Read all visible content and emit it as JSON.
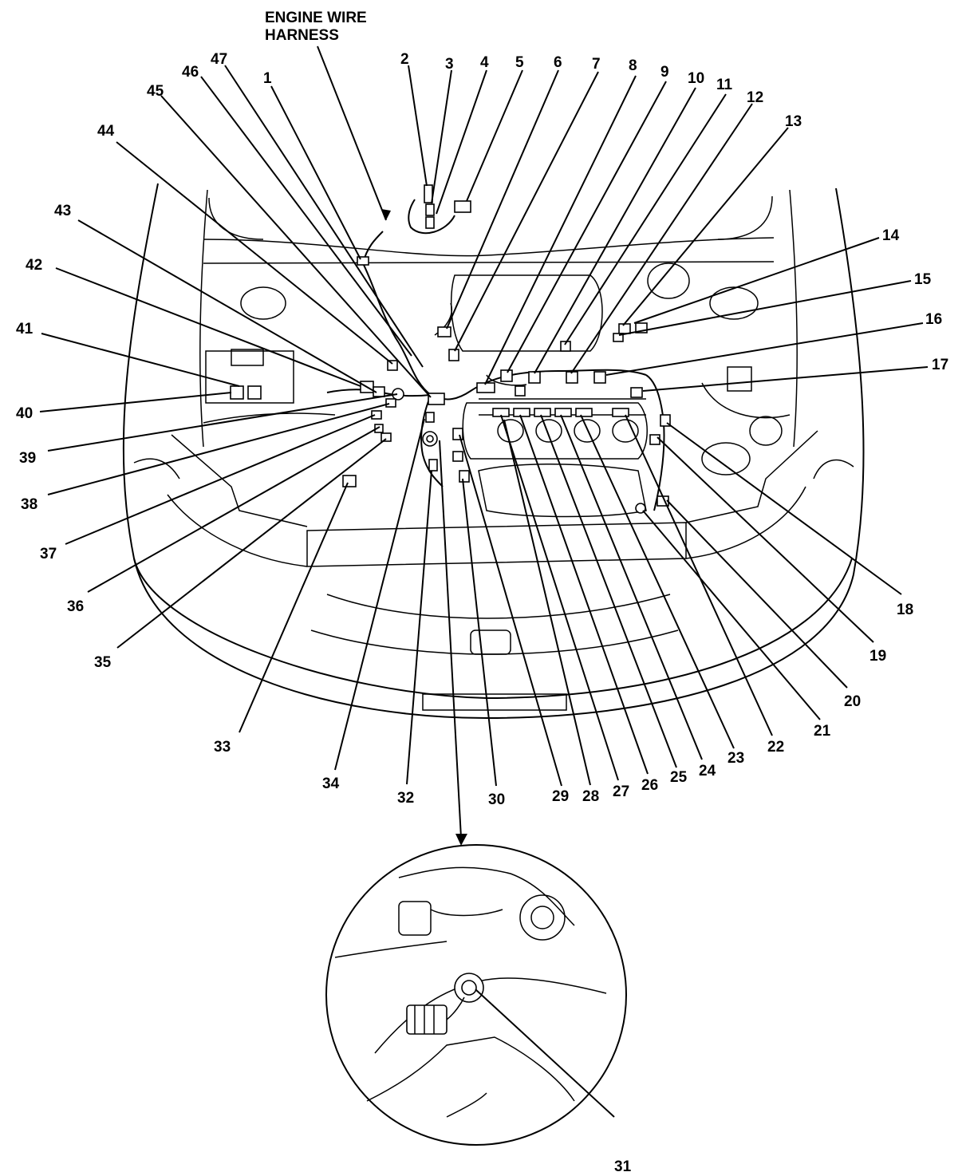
{
  "title": {
    "line1": "ENGINE WIRE",
    "line2": "HARNESS"
  },
  "callouts": [
    {
      "id": "1",
      "label": "1"
    },
    {
      "id": "2",
      "label": "2"
    },
    {
      "id": "3",
      "label": "3"
    },
    {
      "id": "4",
      "label": "4"
    },
    {
      "id": "5",
      "label": "5"
    },
    {
      "id": "6",
      "label": "6"
    },
    {
      "id": "7",
      "label": "7"
    },
    {
      "id": "8",
      "label": "8"
    },
    {
      "id": "9",
      "label": "9"
    },
    {
      "id": "10",
      "label": "10"
    },
    {
      "id": "11",
      "label": "11"
    },
    {
      "id": "12",
      "label": "12"
    },
    {
      "id": "13",
      "label": "13"
    },
    {
      "id": "14",
      "label": "14"
    },
    {
      "id": "15",
      "label": "15"
    },
    {
      "id": "16",
      "label": "16"
    },
    {
      "id": "17",
      "label": "17"
    },
    {
      "id": "18",
      "label": "18"
    },
    {
      "id": "19",
      "label": "19"
    },
    {
      "id": "20",
      "label": "20"
    },
    {
      "id": "21",
      "label": "21"
    },
    {
      "id": "22",
      "label": "22"
    },
    {
      "id": "23",
      "label": "23"
    },
    {
      "id": "24",
      "label": "24"
    },
    {
      "id": "25",
      "label": "25"
    },
    {
      "id": "26",
      "label": "26"
    },
    {
      "id": "27",
      "label": "27"
    },
    {
      "id": "28",
      "label": "28"
    },
    {
      "id": "29",
      "label": "29"
    },
    {
      "id": "30",
      "label": "30"
    },
    {
      "id": "31",
      "label": "31"
    },
    {
      "id": "32",
      "label": "32"
    },
    {
      "id": "33",
      "label": "33"
    },
    {
      "id": "34",
      "label": "34"
    },
    {
      "id": "35",
      "label": "35"
    },
    {
      "id": "36",
      "label": "36"
    },
    {
      "id": "37",
      "label": "37"
    },
    {
      "id": "38",
      "label": "38"
    },
    {
      "id": "39",
      "label": "39"
    },
    {
      "id": "40",
      "label": "40"
    },
    {
      "id": "41",
      "label": "41"
    },
    {
      "id": "42",
      "label": "42"
    },
    {
      "id": "43",
      "label": "43"
    },
    {
      "id": "44",
      "label": "44"
    },
    {
      "id": "45",
      "label": "45"
    },
    {
      "id": "46",
      "label": "46"
    },
    {
      "id": "47",
      "label": "47"
    }
  ]
}
